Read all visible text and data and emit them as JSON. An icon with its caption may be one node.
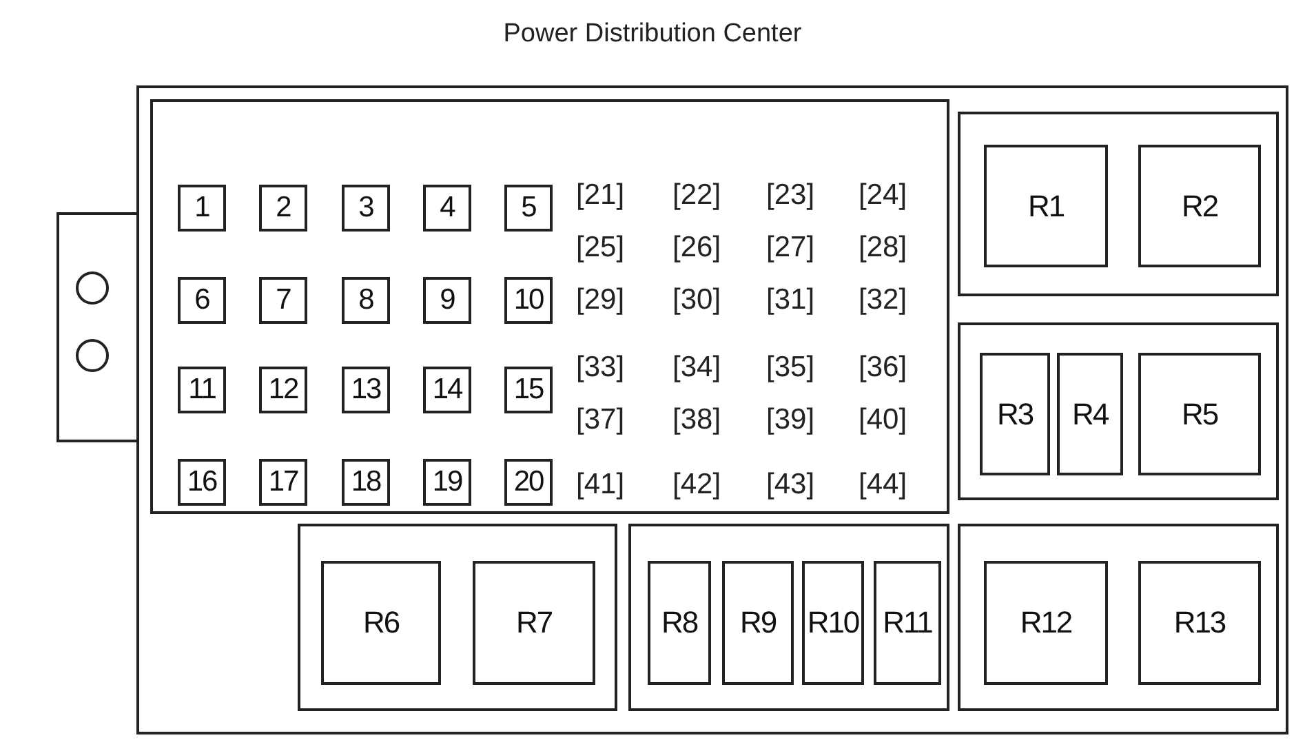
{
  "diagram": {
    "title": "Power Distribution Center",
    "nodes": [
      {
        "text": [],
        "shape": "box"
      },
      {
        "text": [],
        "shape": "box",
        "in": 0
      },
      {
        "text": [
          "1"
        ],
        "in": 1
      },
      {
        "text": [
          "2"
        ],
        "in": 1
      },
      {
        "text": [
          "3"
        ],
        "in": 1
      },
      {
        "text": [
          "4"
        ],
        "in": 1
      },
      {
        "text": [
          "5"
        ],
        "in": 1
      },
      {
        "text": [
          "6"
        ],
        "in": 1
      },
      {
        "text": [
          "7"
        ],
        "in": 1
      },
      {
        "text": [
          "8"
        ],
        "in": 1
      },
      {
        "text": [
          "9"
        ],
        "in": 1
      },
      {
        "text": [
          "10"
        ],
        "in": 1
      },
      {
        "text": [
          "11"
        ],
        "in": 1
      },
      {
        "text": [
          "12"
        ],
        "in": 1
      },
      {
        "text": [
          "13"
        ],
        "in": 1
      },
      {
        "text": [
          "14"
        ],
        "in": 1
      },
      {
        "text": [
          "15"
        ],
        "in": 1
      },
      {
        "text": [
          "16"
        ],
        "in": 1
      },
      {
        "text": [
          "17"
        ],
        "in": 1
      },
      {
        "text": [
          "18"
        ],
        "in": 1
      },
      {
        "text": [
          "19"
        ],
        "in": 1
      },
      {
        "text": [
          "20"
        ],
        "in": 1
      },
      {
        "text": [],
        "shape": "box",
        "in": 0
      },
      {
        "text": [
          "R1"
        ],
        "in": 22
      },
      {
        "text": [
          "R2"
        ],
        "in": 22
      },
      {
        "text": [],
        "shape": "box",
        "in": 0
      },
      {
        "text": [
          "R3"
        ],
        "in": 25
      },
      {
        "text": [
          "R4"
        ],
        "in": 25
      },
      {
        "text": [
          "R5"
        ],
        "in": 25
      },
      {
        "text": [],
        "shape": "box",
        "in": 0
      },
      {
        "text": [
          "R6"
        ],
        "in": 29
      },
      {
        "text": [
          "R7"
        ],
        "in": 29
      },
      {
        "text": [],
        "shape": "box",
        "in": 0
      },
      {
        "text": [
          "R8"
        ],
        "in": 32
      },
      {
        "text": [
          "R9"
        ],
        "in": 32
      },
      {
        "text": [
          "R10"
        ],
        "in": 32
      },
      {
        "text": [
          "R11"
        ],
        "in": 32
      },
      {
        "text": [],
        "shape": "box",
        "in": 0
      },
      {
        "text": [
          "R12"
        ],
        "in": 37
      },
      {
        "text": [
          "R13"
        ],
        "in": 37
      }
    ],
    "labels": [
      "[21]",
      "[22]",
      "[23]",
      "[24]",
      "[25]",
      "[26]",
      "[27]",
      "[28]",
      "[29]",
      "[30]",
      "[31]",
      "[32]",
      "[33]",
      "[34]",
      "[35]",
      "[36]",
      "[37]",
      "[38]",
      "[39]",
      "[40]",
      "[41]",
      "[42]",
      "[43]",
      "[44]"
    ]
  }
}
